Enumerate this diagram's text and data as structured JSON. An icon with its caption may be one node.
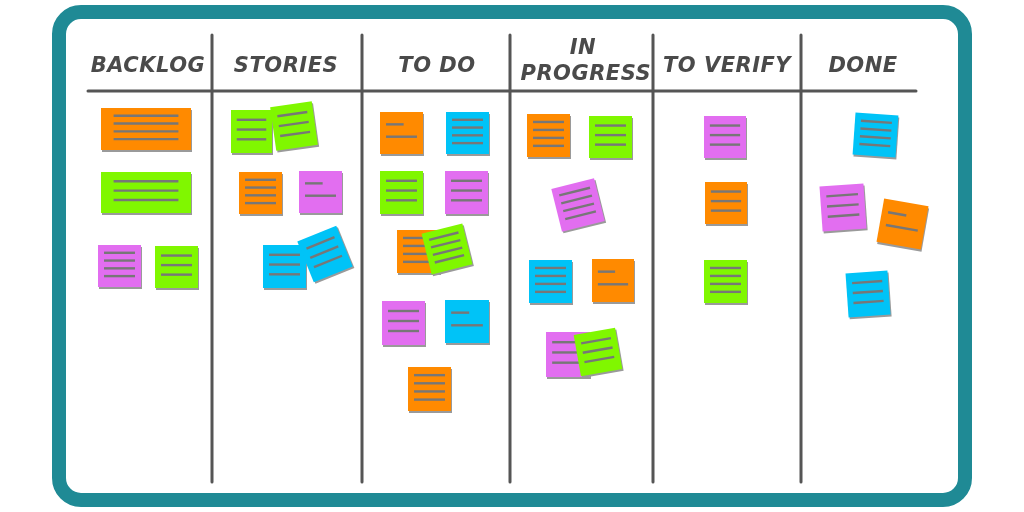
{
  "diagram": {
    "labels": [
      "BACKLOG",
      "STORIES",
      "TO DO",
      "IN PROGRESS",
      "TO VERIFY",
      "DONE"
    ]
  }
}
